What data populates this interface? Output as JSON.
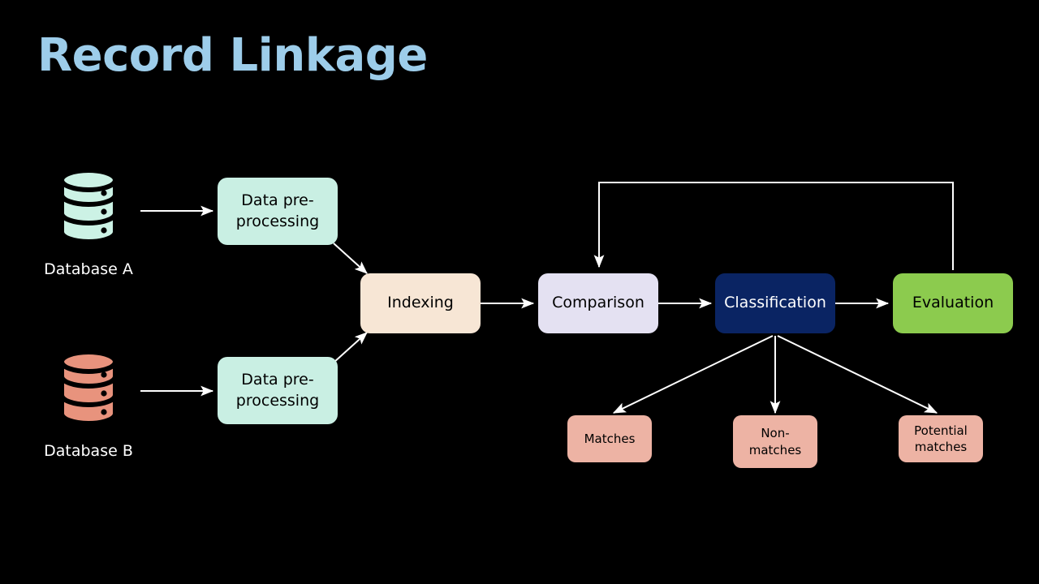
{
  "slide": {
    "title": "Record Linkage",
    "background_color": "#000000",
    "title_color": "#9DCDEA"
  },
  "databases": [
    {
      "id": "database-a",
      "label": "Database A",
      "icon": "database-cylinder-icon",
      "fill_color": "#CCF2E5",
      "stroke_color": "#000000",
      "label_color": "#FFFFFF"
    },
    {
      "id": "database-b",
      "label": "Database B",
      "icon": "database-cylinder-icon",
      "fill_color": "#E8937D",
      "stroke_color": "#000000",
      "label_color": "#FFFFFF"
    }
  ],
  "pipeline": {
    "preprocessing_top": {
      "label": "Data pre-processing",
      "fill_color": "#C9EFE3",
      "text_color": "#000000"
    },
    "preprocessing_bottom": {
      "label": "Data pre-processing",
      "fill_color": "#C9EFE3",
      "text_color": "#000000"
    },
    "indexing": {
      "label": "Indexing",
      "fill_color": "#F7E6D5",
      "text_color": "#000000"
    },
    "comparison": {
      "label": "Comparison",
      "fill_color": "#E4E1F2",
      "text_color": "#000000"
    },
    "classification": {
      "label": "Classification",
      "fill_color": "#0A2463",
      "text_color": "#FFFFFF"
    },
    "evaluation": {
      "label": "Evaluation",
      "fill_color": "#8CCB4E",
      "text_color": "#000000"
    }
  },
  "outcomes": [
    {
      "id": "matches",
      "label": "Matches",
      "fill_color": "#EDB3A4",
      "text_color": "#000000"
    },
    {
      "id": "non-matches",
      "label": "Non-matches",
      "fill_color": "#EDB3A4",
      "text_color": "#000000"
    },
    {
      "id": "potential-matches",
      "label": "Potential matches",
      "fill_color": "#EDB3A4",
      "text_color": "#000000"
    }
  ],
  "connectors": {
    "arrow_color": "#FFFFFF",
    "items": [
      {
        "id": "db-a-to-preprocessing",
        "from": "database-a",
        "to": "preprocessing-top",
        "style": "straight"
      },
      {
        "id": "db-b-to-preprocessing",
        "from": "database-b",
        "to": "preprocessing-bottom",
        "style": "straight"
      },
      {
        "id": "preprocessing-top-to-indexing",
        "from": "preprocessing-top",
        "to": "indexing",
        "style": "diagonal"
      },
      {
        "id": "preprocessing-bottom-to-indexing",
        "from": "preprocessing-bottom",
        "to": "indexing",
        "style": "diagonal"
      },
      {
        "id": "indexing-to-comparison",
        "from": "indexing",
        "to": "comparison",
        "style": "straight"
      },
      {
        "id": "comparison-to-classification",
        "from": "comparison",
        "to": "classification",
        "style": "straight"
      },
      {
        "id": "classification-to-evaluation",
        "from": "classification",
        "to": "evaluation",
        "style": "straight"
      },
      {
        "id": "evaluation-to-comparison-feedback",
        "from": "evaluation",
        "to": "comparison",
        "style": "orthogonal-loop"
      },
      {
        "id": "classification-to-matches",
        "from": "classification",
        "to": "matches",
        "style": "diagonal"
      },
      {
        "id": "classification-to-non-matches",
        "from": "classification",
        "to": "non-matches",
        "style": "straight"
      },
      {
        "id": "classification-to-potential-matches",
        "from": "classification",
        "to": "potential-matches",
        "style": "diagonal"
      }
    ]
  }
}
